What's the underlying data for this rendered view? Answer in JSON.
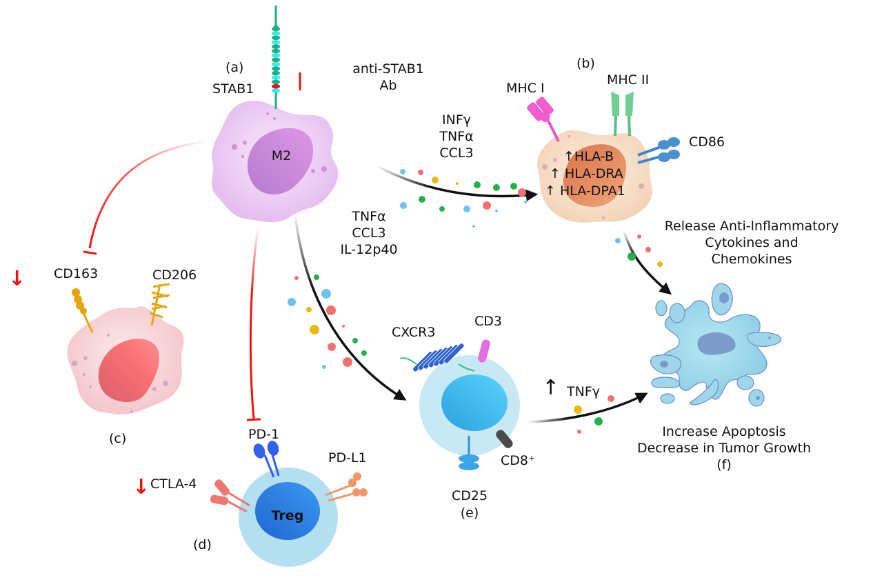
{
  "panels": {
    "a": {
      "tag": "(a)",
      "cell_label": "M2",
      "receptor_label": "STAB1",
      "inhibitor_label": "anti-STAB1\nAb"
    },
    "b": {
      "tag": "(b)",
      "markers": [
        "MHC I",
        "MHC II",
        "CD86"
      ],
      "upregulated": [
        "↑HLA-B",
        "↑ HLA-DRA",
        "↑ HLA-DPA1"
      ]
    },
    "c": {
      "tag": "(c)",
      "markers": [
        "CD163",
        "CD206"
      ],
      "direction": "↓"
    },
    "d": {
      "tag": "(d)",
      "cell_label": "Treg",
      "markers": [
        "PD-1",
        "PD-L1",
        "CTLA-4"
      ],
      "direction": "↓"
    },
    "e": {
      "tag": "(e)",
      "markers": [
        "CXCR3",
        "CD3",
        "CD8⁺",
        "CD25"
      ],
      "secreted": "TNFγ",
      "direction": "↑"
    },
    "f": {
      "tag": "(f)",
      "outcome": "Increase Apoptosis\nDecrease in Tumor Growth"
    }
  },
  "cytokines": {
    "to_b": "INFγ\nTNFα\nCCL3",
    "to_e": "TNFα\nCCL3\nIL-12p40",
    "b_to_f": "Release Anti-lnflammatory\nCytokines and\nChemokines"
  },
  "colors": {
    "inhibit": "#ee1111",
    "activate": "#111111",
    "m2_cell": "#e7c2f0",
    "m2_nucleus": "#c47fd6",
    "m1_cell": "#f6dcc3",
    "m1_nucleus": "#e48a5c",
    "c_cell": "#f6cfd3",
    "c_nucleus": "#ef6a6e",
    "tcell": "#c8e8f3",
    "tcell_nucleus": "#3ab9ec",
    "treg_nucleus": "#2377e0",
    "tumor": "#9fd6ea",
    "tumor_nucleus": "#7b9ccb",
    "dot_blue": "#6cc4f0",
    "dot_red": "#f27070",
    "dot_yellow": "#e8bb10",
    "dot_green": "#25b04a"
  }
}
